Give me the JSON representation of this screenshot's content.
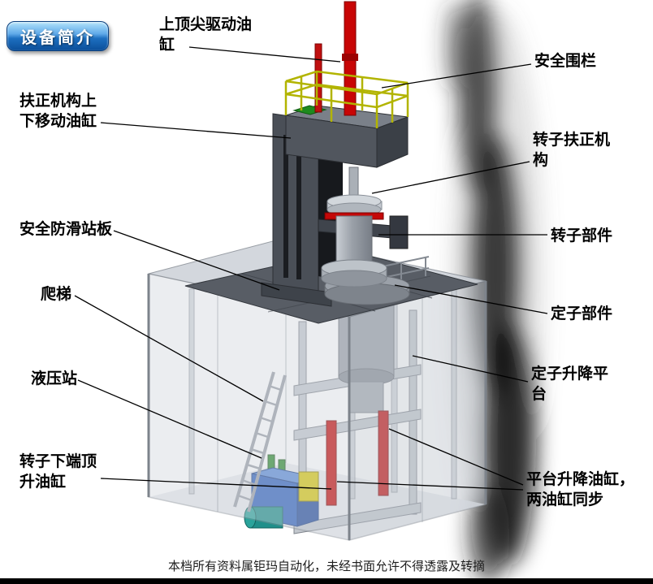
{
  "badge": {
    "label": "设备简介"
  },
  "labels": {
    "top_drive_cylinder": "上顶尖驱动油缸",
    "safety_fence": "安全围栏",
    "centering_move_cylinder": "扶正机构上下移动油缸",
    "rotor_centering_mechanism": "转子扶正机构",
    "anti_slip_platform": "安全防滑站板",
    "rotor_component": "转子部件",
    "ladder": "爬梯",
    "stator_component": "定子部件",
    "hydraulic_station": "液压站",
    "stator_lift_platform": "定子升降平台",
    "rotor_bottom_jack_cylinder": "转子下端顶升油缸",
    "platform_lift_cylinders": "平台升降油缸，两油缸同步"
  },
  "footer": {
    "watermark": "本档所有资料属钜玛自动化，未经书面允许不得透露及转摘"
  },
  "colors": {
    "badge_blue": "#1565b8",
    "cylinder_red": "#c40808",
    "railing_yellow": "#b2b400",
    "hydraulic_blue": "#2f62be",
    "platform_gray": "#585d65"
  }
}
